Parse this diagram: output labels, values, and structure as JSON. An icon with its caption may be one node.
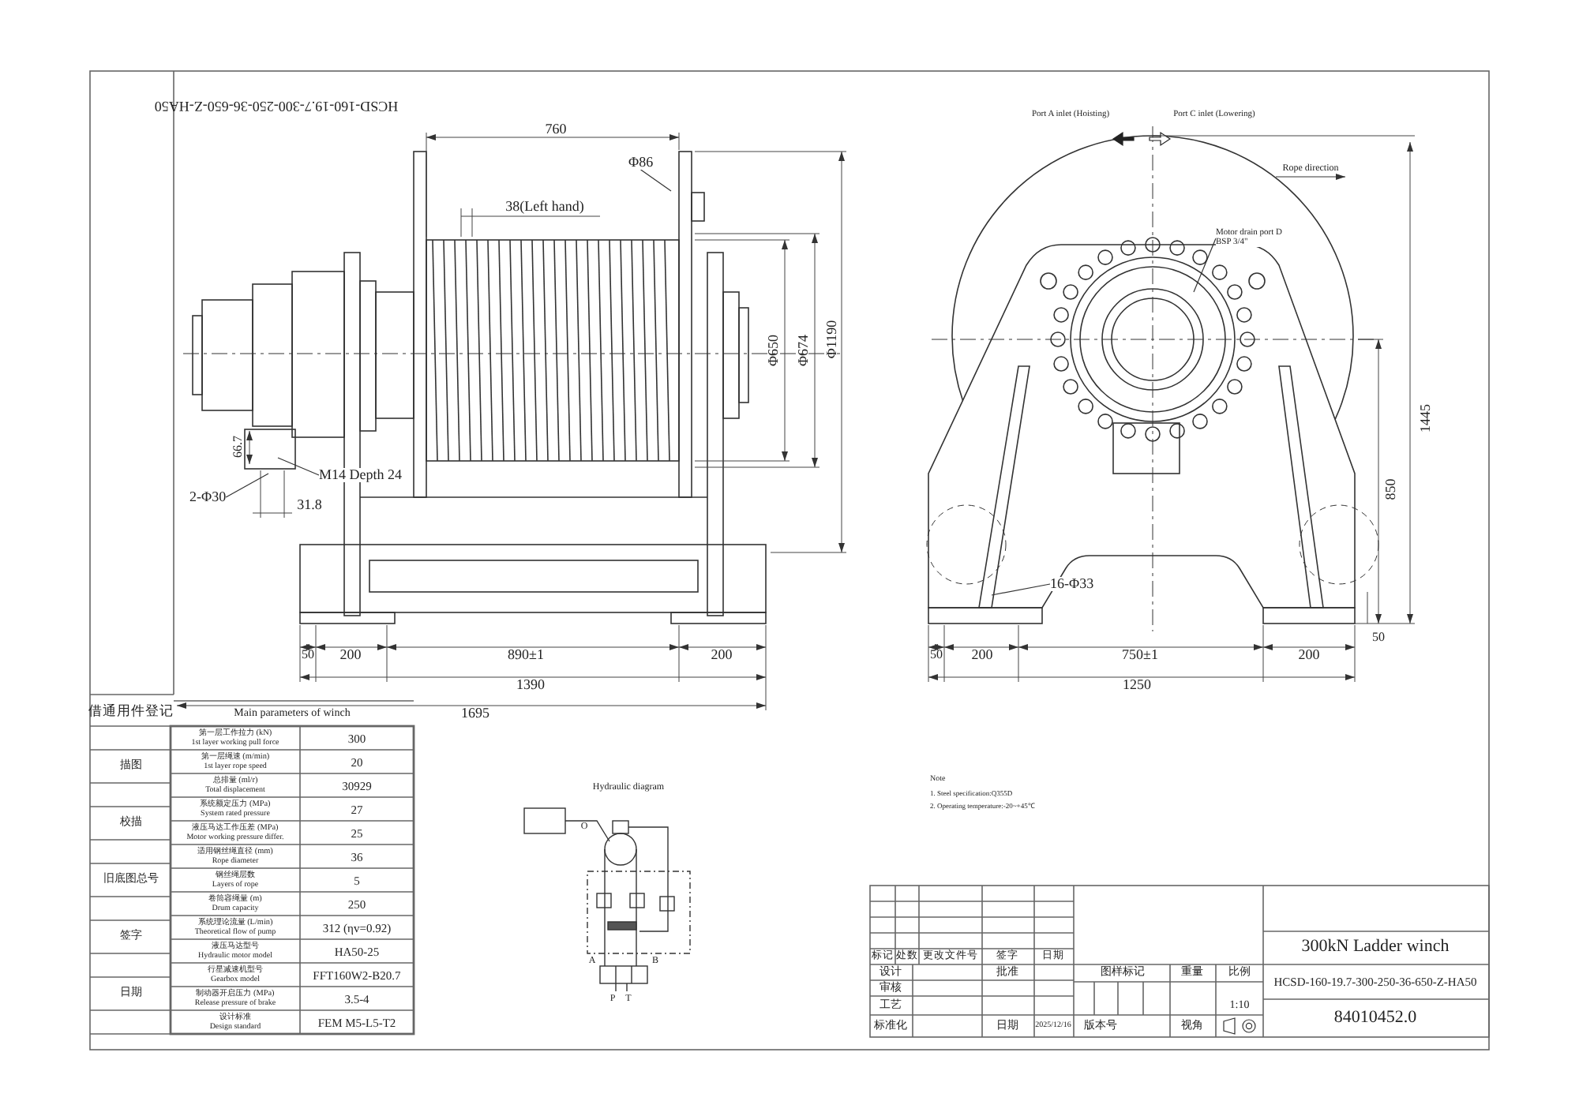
{
  "diagram": {
    "nodes": [
      {
        "text": [
          "Φ86"
        ]
      },
      {
        "text": [
          "M14 Depth 24"
        ]
      },
      {
        "text": [
          "2-Φ30"
        ]
      },
      {
        "text": [
          "Motor drain port D",
          "BSP 3/4\""
        ]
      },
      {
        "text": [
          "16-Φ33"
        ]
      }
    ],
    "edges": [
      {
        "from": 0,
        "to": null,
        "arrow": "none"
      },
      {
        "from": 1,
        "to": null,
        "arrow": "none"
      },
      {
        "from": 2,
        "to": null,
        "arrow": "none"
      },
      {
        "from": 3,
        "to": null,
        "arrow": "none"
      },
      {
        "from": 4,
        "to": null,
        "arrow": "none"
      }
    ],
    "labels": [
      "HCSD-160-19.7-300-250-36-650-Z-HA50",
      "760",
      "38(Left hand)",
      "Φ650",
      "Φ674",
      "Φ1190",
      "66.7",
      "31.8",
      "50",
      "200",
      "890±1",
      "200",
      "1390",
      "1695",
      "Port A inlet (Hoisting)",
      "Port C inlet (Lowering)",
      "Rope direction",
      "1445",
      "850",
      "50",
      "200",
      "750±1",
      "200",
      "50",
      "1250",
      "Main parameters of winch",
      "第一层工作拉力 (kN)",
      "1st layer working pull force",
      "300",
      "第一层绳速 (m/min)",
      "1st layer rope speed",
      "20",
      "总排量 (ml/r)",
      "Total displacement",
      "30929",
      "系统额定压力 (MPa)",
      "System rated pressure",
      "27",
      "液压马达工作压差 (MPa)",
      "Motor working pressure differ.",
      "25",
      "适用钢丝绳直径 (mm)",
      "Rope diameter",
      "36",
      "钢丝绳层数",
      "Layers of rope",
      "5",
      "卷筒容绳量 (m)",
      "Drum capacity",
      "250",
      "系统理论流量 (L/min)",
      "Theoretical flow of pump",
      "312 (ηv=0.92)",
      "液压马达型号",
      "Hydraulic motor model",
      "HA50-25",
      "行星减速机型号",
      "Gearbox model",
      "FFT160W2-B20.7",
      "制动器开启压力 (MPa)",
      "Release pressure of brake",
      "3.5-4",
      "设计标准",
      "Design standard",
      "FEM M5-L5-T2",
      "借通用件登记",
      "描图",
      "校描",
      "旧底图总号",
      "签字",
      "日期",
      "Hydraulic diagram",
      "O",
      "A",
      "B",
      "P",
      "T",
      "Note",
      "1. Steel specification:Q355D",
      "2. Operating temperature:-20~+45℃",
      "标记",
      "处数",
      "更改文件号",
      "签字",
      "日期",
      "设计",
      "批准",
      "审核",
      "工艺",
      "标准化",
      "日期",
      "2025/12/16",
      "图样标记",
      "重量",
      "比例",
      "1:10",
      "版本号",
      "视角",
      "300kN Ladder winch",
      "HCSD-160-19.7-300-250-36-650-Z-HA50",
      "84010452.0"
    ]
  }
}
